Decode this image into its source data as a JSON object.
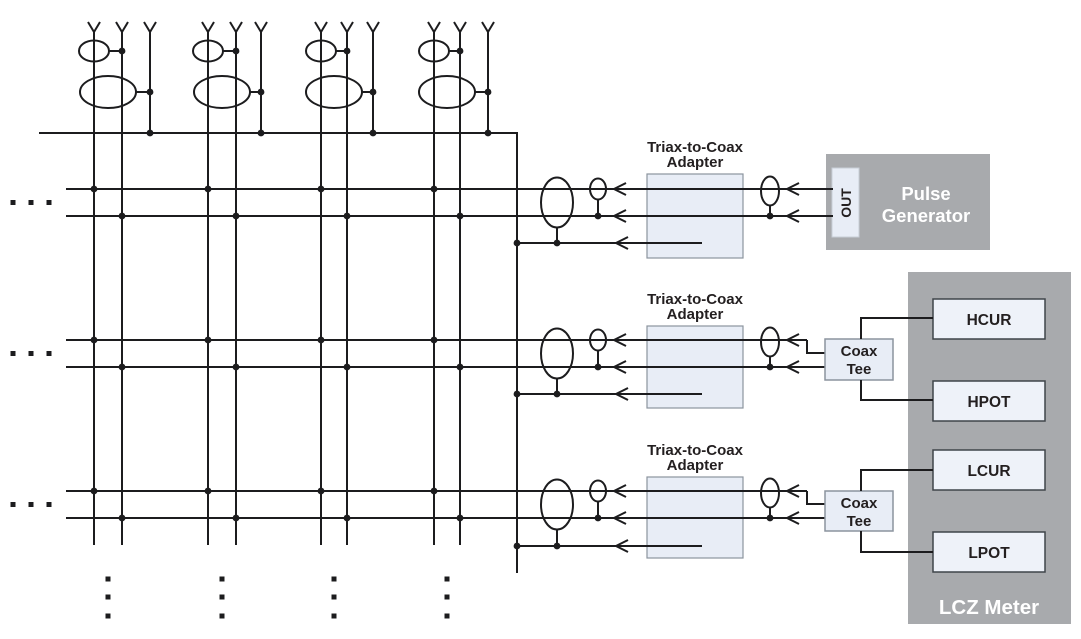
{
  "colors": {
    "line": "#1c1c1e",
    "box_gray": "#a8aaad",
    "box_light": "#e8edf6",
    "box_light_border": "#8b949e",
    "out_box_border": "#c8ced7",
    "terminal_fill": "#eef2f9",
    "terminal_border": "#3f444a",
    "text_dark": "#231f20",
    "text_light": "#ffffff"
  },
  "adapter": {
    "line1": "Triax-to-Coax",
    "line2": "Adapter"
  },
  "coax_tee": {
    "line1": "Coax",
    "line2": "Tee"
  },
  "pulse_generator": {
    "line1": "Pulse",
    "line2": "Generator",
    "port": "OUT"
  },
  "lcz_meter": {
    "title": "LCZ Meter",
    "terminals": [
      "HCUR",
      "HPOT",
      "LCUR",
      "LPOT"
    ]
  }
}
